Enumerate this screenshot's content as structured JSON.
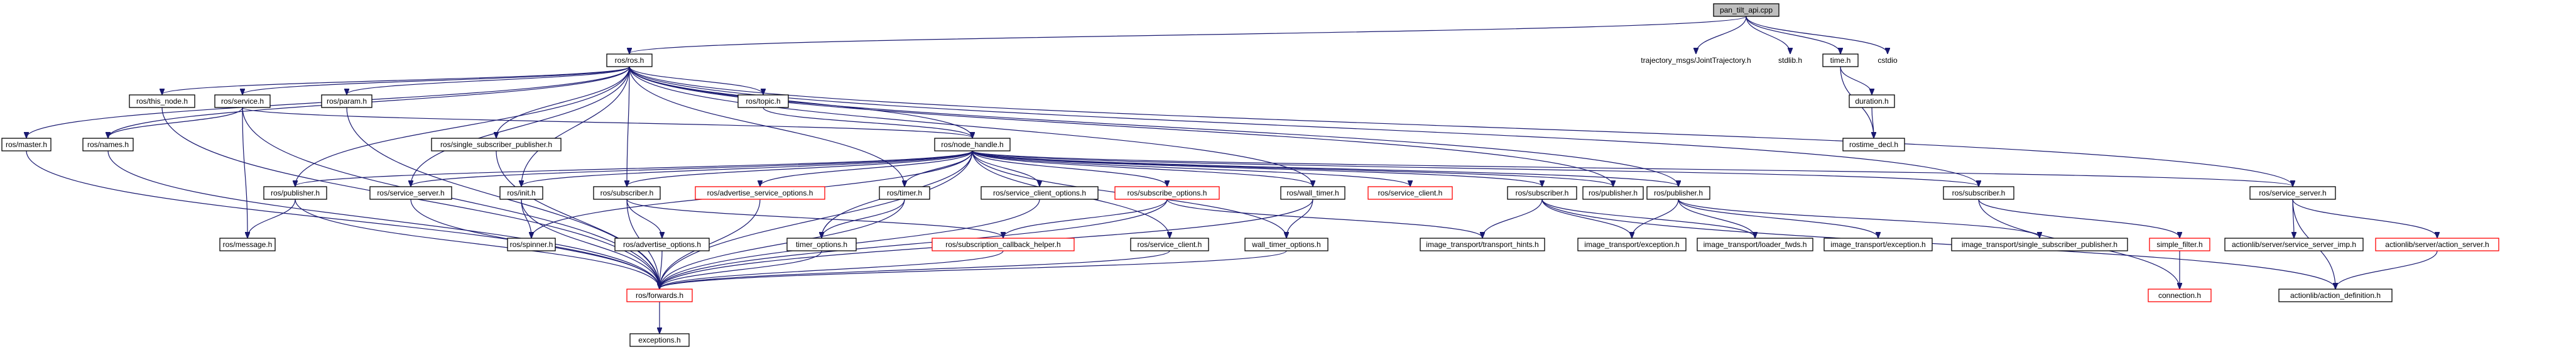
{
  "colors": {
    "edge": "#191970",
    "root_fill": "#bfbfbf",
    "missing_border": "#ff0000"
  },
  "nodes": [
    {
      "id": "pan_tilt",
      "label": "pan_tilt_api.cpp",
      "kind": "root"
    },
    {
      "id": "ros_h",
      "label": "ros/ros.h"
    },
    {
      "id": "traj",
      "label": "trajectory_msgs/JointTrajectory.h",
      "kind": "hidden"
    },
    {
      "id": "stdlib",
      "label": "stdlib.h",
      "kind": "hidden"
    },
    {
      "id": "time_h",
      "label": "time.h"
    },
    {
      "id": "cstdio",
      "label": "cstdio",
      "kind": "hidden"
    },
    {
      "id": "duration",
      "label": "duration.h"
    },
    {
      "id": "rostime_decl",
      "label": "rostime_decl.h"
    },
    {
      "id": "this_node",
      "label": "ros/this_node.h"
    },
    {
      "id": "service_h",
      "label": "ros/service.h"
    },
    {
      "id": "param_h",
      "label": "ros/param.h"
    },
    {
      "id": "topic_h",
      "label": "ros/topic.h"
    },
    {
      "id": "master_h",
      "label": "ros/master.h"
    },
    {
      "id": "names_h",
      "label": "ros/names.h"
    },
    {
      "id": "node_handle",
      "label": "ros/node_handle.h"
    },
    {
      "id": "single_sub_pub",
      "label": "ros/single_subscriber_publisher.h"
    },
    {
      "id": "publisher_l",
      "label": "ros/publisher.h"
    },
    {
      "id": "service_server_l",
      "label": "ros/service_server.h"
    },
    {
      "id": "init_h",
      "label": "ros/init.h"
    },
    {
      "id": "subscriber_l",
      "label": "ros/subscriber.h"
    },
    {
      "id": "adv_srv_opts",
      "label": "ros/advertise_service_options.h",
      "kind": "red"
    },
    {
      "id": "timer_h",
      "label": "ros/timer.h"
    },
    {
      "id": "srv_client_opts",
      "label": "ros/service_client_options.h"
    },
    {
      "id": "sub_opts",
      "label": "ros/subscribe_options.h",
      "kind": "red"
    },
    {
      "id": "wall_timer",
      "label": "ros/wall_timer.h"
    },
    {
      "id": "srv_client_red",
      "label": "ros/service_client.h",
      "kind": "red"
    },
    {
      "id": "subscriber_m",
      "label": "ros/subscriber.h"
    },
    {
      "id": "publisher_m",
      "label": "ros/publisher.h"
    },
    {
      "id": "publisher_r",
      "label": "ros/publisher.h"
    },
    {
      "id": "subscriber_r",
      "label": "ros/subscriber.h"
    },
    {
      "id": "service_server_r",
      "label": "ros/service_server.h"
    },
    {
      "id": "message_h",
      "label": "ros/message.h"
    },
    {
      "id": "spinner_h",
      "label": "ros/spinner.h"
    },
    {
      "id": "adv_opts",
      "label": "ros/advertise_options.h"
    },
    {
      "id": "timer_opts",
      "label": "timer_options.h"
    },
    {
      "id": "sub_cb_helper",
      "label": "ros/subscription_callback_helper.h",
      "kind": "red"
    },
    {
      "id": "srv_client_b",
      "label": "ros/service_client.h"
    },
    {
      "id": "wall_timer_opts",
      "label": "wall_timer_options.h"
    },
    {
      "id": "transport_hints",
      "label": "image_transport/transport_hints.h"
    },
    {
      "id": "it_exception_1",
      "label": "image_transport/exception.h"
    },
    {
      "id": "loader_fwds",
      "label": "image_transport/loader_fwds.h"
    },
    {
      "id": "it_exception_2",
      "label": "image_transport/exception.h"
    },
    {
      "id": "it_single_sub_pub",
      "label": "image_transport/single_subscriber_publisher.h"
    },
    {
      "id": "simple_filter",
      "label": "simple_filter.h",
      "kind": "red"
    },
    {
      "id": "al_srv_imp",
      "label": "actionlib/server/service_server_imp.h"
    },
    {
      "id": "al_action_server",
      "label": "actionlib/server/action_server.h",
      "kind": "red"
    },
    {
      "id": "forwards",
      "label": "ros/forwards.h",
      "kind": "red"
    },
    {
      "id": "connection",
      "label": "connection.h",
      "kind": "red"
    },
    {
      "id": "al_action_def",
      "label": "actionlib/action_definition.h"
    },
    {
      "id": "exceptions",
      "label": "exceptions.h"
    }
  ],
  "edges": [
    [
      "pan_tilt",
      "ros_h"
    ],
    [
      "pan_tilt",
      "traj"
    ],
    [
      "pan_tilt",
      "stdlib"
    ],
    [
      "pan_tilt",
      "time_h"
    ],
    [
      "pan_tilt",
      "cstdio"
    ],
    [
      "time_h",
      "duration"
    ],
    [
      "time_h",
      "rostime_decl"
    ],
    [
      "duration",
      "rostime_decl"
    ],
    [
      "ros_h",
      "master_h"
    ],
    [
      "ros_h",
      "this_node"
    ],
    [
      "ros_h",
      "service_h"
    ],
    [
      "ros_h",
      "param_h"
    ],
    [
      "ros_h",
      "topic_h"
    ],
    [
      "ros_h",
      "node_handle"
    ],
    [
      "ros_h",
      "single_sub_pub"
    ],
    [
      "ros_h",
      "publisher_l"
    ],
    [
      "ros_h",
      "service_server_l"
    ],
    [
      "ros_h",
      "init_h"
    ],
    [
      "ros_h",
      "subscriber_l"
    ],
    [
      "ros_h",
      "names_h"
    ],
    [
      "ros_h",
      "publisher_m"
    ],
    [
      "ros_h",
      "publisher_r"
    ],
    [
      "ros_h",
      "subscriber_r"
    ],
    [
      "ros_h",
      "service_server_r"
    ],
    [
      "ros_h",
      "wall_timer"
    ],
    [
      "ros_h",
      "timer_h"
    ],
    [
      "service_h",
      "node_handle"
    ],
    [
      "service_h",
      "names_h"
    ],
    [
      "service_h",
      "message_h"
    ],
    [
      "service_h",
      "forwards"
    ],
    [
      "this_node",
      "forwards"
    ],
    [
      "param_h",
      "forwards"
    ],
    [
      "master_h",
      "forwards"
    ],
    [
      "names_h",
      "forwards"
    ],
    [
      "topic_h",
      "node_handle"
    ],
    [
      "single_sub_pub",
      "forwards"
    ],
    [
      "node_handle",
      "publisher_l"
    ],
    [
      "node_handle",
      "service_server_l"
    ],
    [
      "node_handle",
      "init_h"
    ],
    [
      "node_handle",
      "subscriber_l"
    ],
    [
      "node_handle",
      "adv_srv_opts"
    ],
    [
      "node_handle",
      "timer_h"
    ],
    [
      "node_handle",
      "srv_client_opts"
    ],
    [
      "node_handle",
      "sub_opts"
    ],
    [
      "node_handle",
      "wall_timer"
    ],
    [
      "node_handle",
      "srv_client_red"
    ],
    [
      "node_handle",
      "subscriber_m"
    ],
    [
      "node_handle",
      "publisher_m"
    ],
    [
      "node_handle",
      "publisher_r"
    ],
    [
      "node_handle",
      "spinner_h"
    ],
    [
      "node_handle",
      "forwards"
    ],
    [
      "node_handle",
      "timer_opts"
    ],
    [
      "node_handle",
      "wall_timer_opts"
    ],
    [
      "node_handle",
      "subscriber_r"
    ],
    [
      "node_handle",
      "service_server_r"
    ],
    [
      "publisher_l",
      "message_h"
    ],
    [
      "publisher_l",
      "forwards"
    ],
    [
      "service_server_l",
      "forwards"
    ],
    [
      "init_h",
      "spinner_h"
    ],
    [
      "init_h",
      "forwards"
    ],
    [
      "subscriber_l",
      "adv_opts"
    ],
    [
      "subscriber_l",
      "forwards"
    ],
    [
      "adv_srv_opts",
      "forwards"
    ],
    [
      "timer_h",
      "timer_opts"
    ],
    [
      "timer_h",
      "forwards"
    ],
    [
      "srv_client_opts",
      "forwards"
    ],
    [
      "sub_opts",
      "sub_cb_helper"
    ],
    [
      "sub_opts",
      "forwards"
    ],
    [
      "wall_timer",
      "wall_timer_opts"
    ],
    [
      "wall_timer",
      "forwards"
    ],
    [
      "subscriber_l",
      "sub_cb_helper"
    ],
    [
      "adv_opts",
      "forwards"
    ],
    [
      "timer_opts",
      "forwards"
    ],
    [
      "sub_cb_helper",
      "forwards"
    ],
    [
      "srv_client_b",
      "forwards"
    ],
    [
      "wall_timer_opts",
      "forwards"
    ],
    [
      "node_handle",
      "srv_client_b"
    ],
    [
      "subscriber_m",
      "transport_hints"
    ],
    [
      "subscriber_m",
      "it_exception_1"
    ],
    [
      "subscriber_m",
      "loader_fwds"
    ],
    [
      "publisher_r",
      "it_exception_1"
    ],
    [
      "publisher_r",
      "loader_fwds"
    ],
    [
      "publisher_r",
      "it_exception_2"
    ],
    [
      "publisher_r",
      "it_single_sub_pub"
    ],
    [
      "sub_opts",
      "transport_hints"
    ],
    [
      "subscriber_r",
      "simple_filter"
    ],
    [
      "subscriber_r",
      "connection"
    ],
    [
      "simple_filter",
      "connection"
    ],
    [
      "service_server_r",
      "al_srv_imp"
    ],
    [
      "service_server_r",
      "al_action_server"
    ],
    [
      "service_server_r",
      "al_action_def"
    ],
    [
      "al_action_server",
      "al_action_def"
    ],
    [
      "subscriber_m",
      "al_action_def"
    ],
    [
      "forwards",
      "exceptions"
    ]
  ]
}
